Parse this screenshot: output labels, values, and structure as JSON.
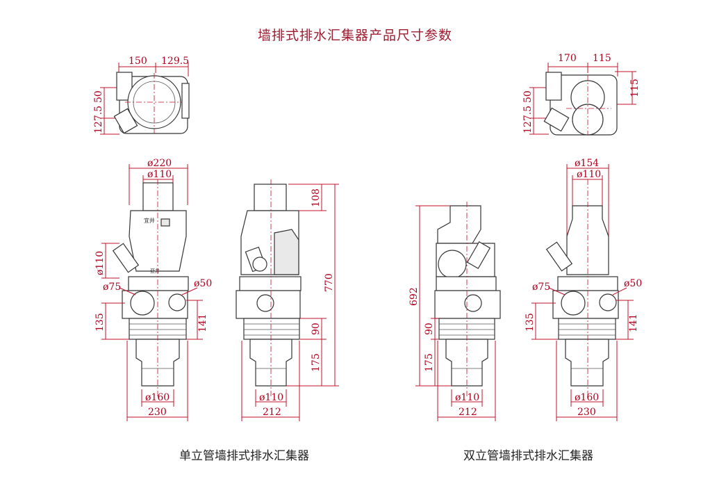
{
  "title": "墙排式排水汇集器产品尺寸参数",
  "captions": {
    "single": "单立管墙排式排水汇集器",
    "double": "双立管墙排式排水汇集器"
  },
  "colors": {
    "title": "#9b1b2f",
    "dimension": "#b0001e"
  },
  "dimensions": {
    "single_top": {
      "w1": "150",
      "w2": "129.5",
      "h1": "127.5",
      "h2": "50"
    },
    "double_top": {
      "w1": "170",
      "w2": "115",
      "h1": "127.5",
      "h2": "50",
      "h3": "115"
    },
    "single_front": {
      "d_top": "ø220",
      "d_inner": "ø110",
      "d_branch": "ø110",
      "d_left": "ø75",
      "d_right": "ø50",
      "h_left": "135",
      "h_right": "141",
      "d_bottom": "ø160",
      "w_bottom": "230"
    },
    "single_side": {
      "h_top": "108",
      "h_total": "770",
      "h_mid": "90",
      "h_bottom": "175",
      "d_bottom": "ø110",
      "w_bottom": "212"
    },
    "double_side": {
      "h_total": "692",
      "h_mid": "90",
      "h_bottom": "175",
      "d_bottom": "ø110",
      "w_bottom": "212"
    },
    "double_front": {
      "d_top": "ø154",
      "d_inner": "ø110",
      "d_left": "ø75",
      "d_right": "ø50",
      "h_left": "135",
      "h_right": "141",
      "d_bottom": "ø160",
      "w_bottom": "230"
    }
  },
  "logo": {
    "brand": "宜井",
    "chars": "亞井"
  }
}
